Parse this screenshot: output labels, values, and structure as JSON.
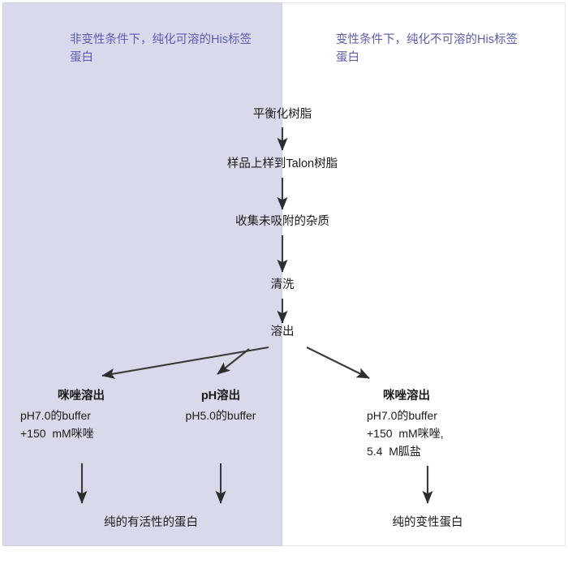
{
  "diagram": {
    "title_left": "非变性条件下，纯化可溶的His标签蛋白",
    "title_right": "变性条件下，纯化不可溶的His标签蛋白",
    "colors": {
      "panel_left_bg": "#d9d9ec",
      "panel_right_bg": "#ffffff",
      "header_text": "#5b5bb0",
      "node_text": "#1a1a1a",
      "arrow": "#3a3a3a"
    }
  },
  "flow": {
    "steps": [
      {
        "label": "平衡化树脂"
      },
      {
        "label": "样品上样到Talon树脂"
      },
      {
        "label": "收集未吸附的杂质"
      },
      {
        "label": "清洗"
      },
      {
        "label": "溶出"
      }
    ]
  },
  "branches": {
    "imidazole_native": {
      "title": "咪唑溶出",
      "lines": [
        "pH7.0的buffer",
        "+150  mM咪唑"
      ]
    },
    "ph_elution": {
      "title": "pH溶出",
      "lines": [
        "pH5.0的buffer"
      ]
    },
    "imidazole_denaturing": {
      "title": "咪唑溶出",
      "lines": [
        "pH7.0的buffer",
        "+150  mM咪唑,",
        "5.4  M胍盐"
      ]
    }
  },
  "outputs": {
    "native": "纯的有活性的蛋白",
    "denatured": "纯的变性蛋白"
  }
}
